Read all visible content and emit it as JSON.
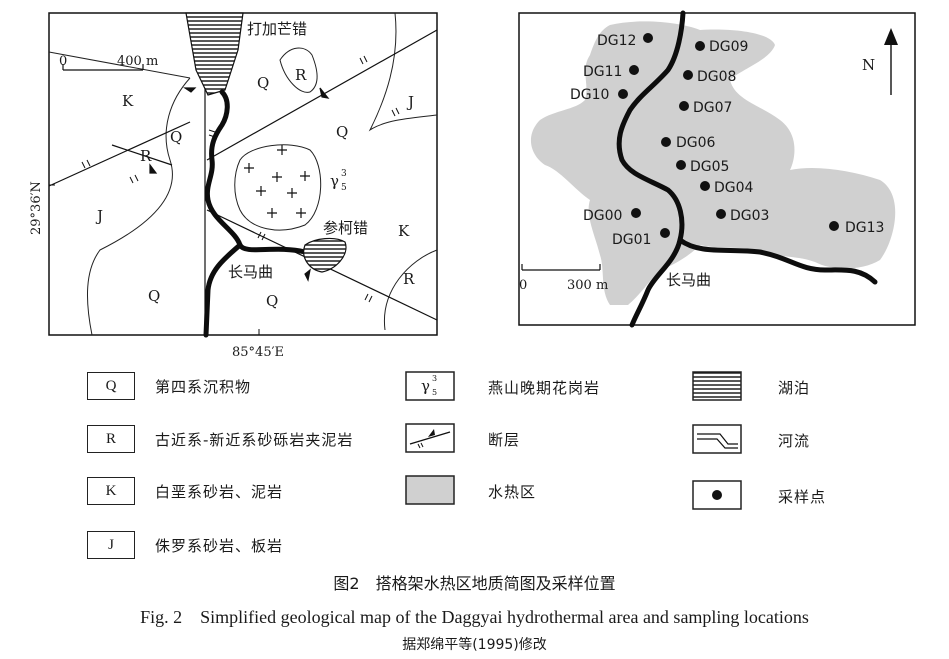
{
  "left_map": {
    "lake_top": "打加芒错",
    "lake_bottom": "参柯错",
    "river": "长马曲",
    "scale": "400 m",
    "scale_zero": "0",
    "lat": "29°36′N",
    "lon": "85°45′E",
    "gamma_base": "γ",
    "gamma_sup": "3",
    "gamma_sub": "5",
    "units": {
      "Q": "Q",
      "R": "R",
      "K": "K",
      "J": "J"
    }
  },
  "right_map": {
    "north": "N",
    "river": "长马曲",
    "scale_zero": "0",
    "scale": "300 m",
    "points": [
      "DG12",
      "DG09",
      "DG11",
      "DG08",
      "DG10",
      "DG07",
      "DG06",
      "DG05",
      "DG04",
      "DG00",
      "DG03",
      "DG01",
      "DG13"
    ]
  },
  "legend": {
    "Q": {
      "symbol": "Q",
      "text": "第四系沉积物"
    },
    "R": {
      "symbol": "R",
      "text": "古近系-新近系砂砾岩夹泥岩"
    },
    "K": {
      "symbol": "K",
      "text": "白垩系砂岩、泥岩"
    },
    "J": {
      "symbol": "J",
      "text": "侏罗系砂岩、板岩"
    },
    "granite": {
      "symbol": "γ",
      "text": "燕山晚期花岗岩"
    },
    "fault": {
      "text": "断层"
    },
    "hydro": {
      "text": "水热区"
    },
    "lake": {
      "text": "湖泊"
    },
    "river": {
      "text": "河流"
    },
    "sample": {
      "text": "采样点"
    }
  },
  "caption": {
    "cn": "图2　搭格架水热区地质简图及采样位置",
    "en": "Fig. 2　Simplified geological map of the Daggyai hydrothermal area and sampling locations",
    "source": "据郑绵平等(1995)修改"
  },
  "colors": {
    "ink": "#1a1a1a",
    "hydro_area": "#d0d0d0"
  }
}
